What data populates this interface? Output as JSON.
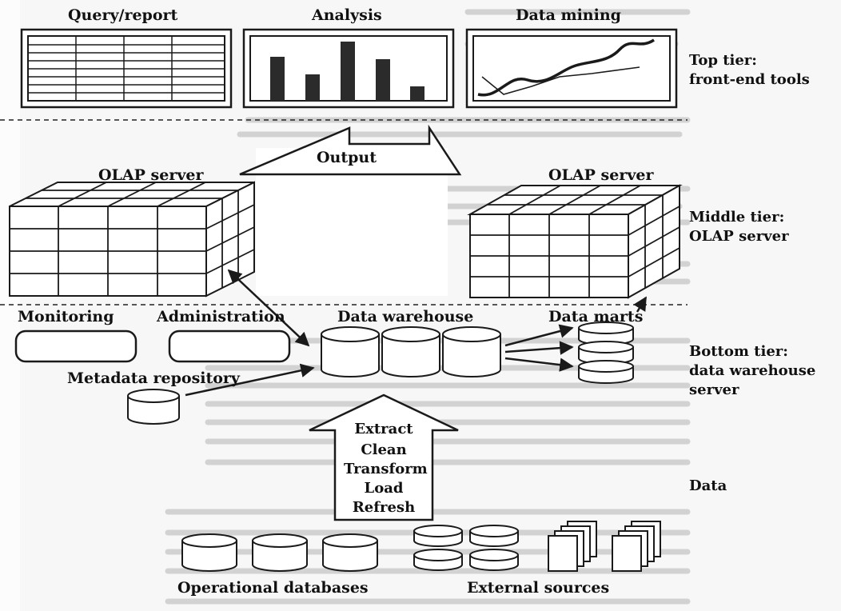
{
  "top": {
    "query_report": "Query/report",
    "analysis": "Analysis",
    "data_mining": "Data mining",
    "tier_line1": "Top tier:",
    "tier_line2": "front-end tools"
  },
  "middle": {
    "output": "Output",
    "olap_left": "OLAP server",
    "olap_right": "OLAP server",
    "tier_line1": "Middle tier:",
    "tier_line2": "OLAP server"
  },
  "bottom": {
    "monitoring": "Monitoring",
    "administration": "Administration",
    "data_warehouse": "Data warehouse",
    "data_marts": "Data marts",
    "metadata_repository": "Metadata repository",
    "tier_line1": "Bottom tier:",
    "tier_line2": "data warehouse",
    "tier_line3": "server"
  },
  "etl": {
    "steps": [
      "Extract",
      "Clean",
      "Transform",
      "Load",
      "Refresh"
    ]
  },
  "data": {
    "tier_label": "Data",
    "operational_databases": "Operational databases",
    "external_sources": "External sources"
  },
  "colors": {
    "ink": "#1a1a1a",
    "paper": "#f7f7f7",
    "bleed_text": "#9a9a9a"
  }
}
